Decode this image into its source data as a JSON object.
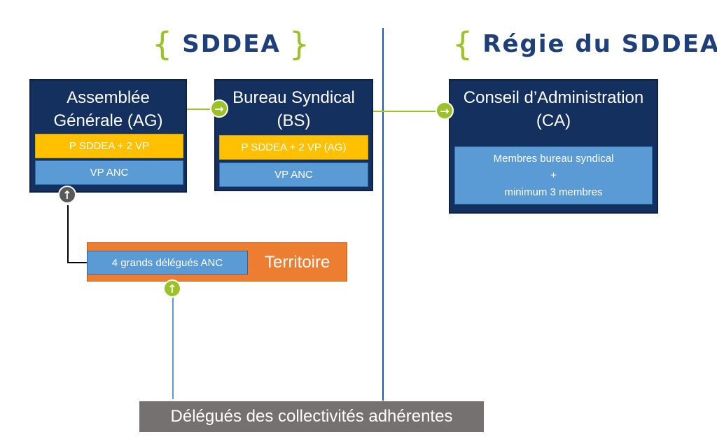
{
  "headings": {
    "left": "SDDEA",
    "right": "Régie du SDDEA"
  },
  "ag": {
    "title_line1": "Assemblée",
    "title_line2": "Générale (AG)",
    "yellow": "P SDDEA + 2 VP",
    "blue": "VP ANC"
  },
  "bs": {
    "title_line1": "Bureau Syndical",
    "title_line2": "(BS)",
    "yellow": "P SDDEA + 2 VP (AG)",
    "blue": "VP ANC"
  },
  "ca": {
    "title_line1": "Conseil d’Administration",
    "title_line2": "(CA)",
    "members_line1": "Membres bureau syndical",
    "members_line2": "+",
    "members_line3": "minimum 3 membres"
  },
  "territoire": {
    "label": "Territoire",
    "delegates": "4 grands délégués ANC"
  },
  "footer": {
    "label": "Délégués des collectivités adhérentes"
  },
  "icons": {
    "arrow_right": "→",
    "arrow_up": "↑"
  },
  "colors": {
    "navy": "#14305f",
    "yellow": "#ffc000",
    "blue": "#5b9bd5",
    "orange": "#ed7d31",
    "grey": "#767171",
    "green": "#9bc227"
  }
}
